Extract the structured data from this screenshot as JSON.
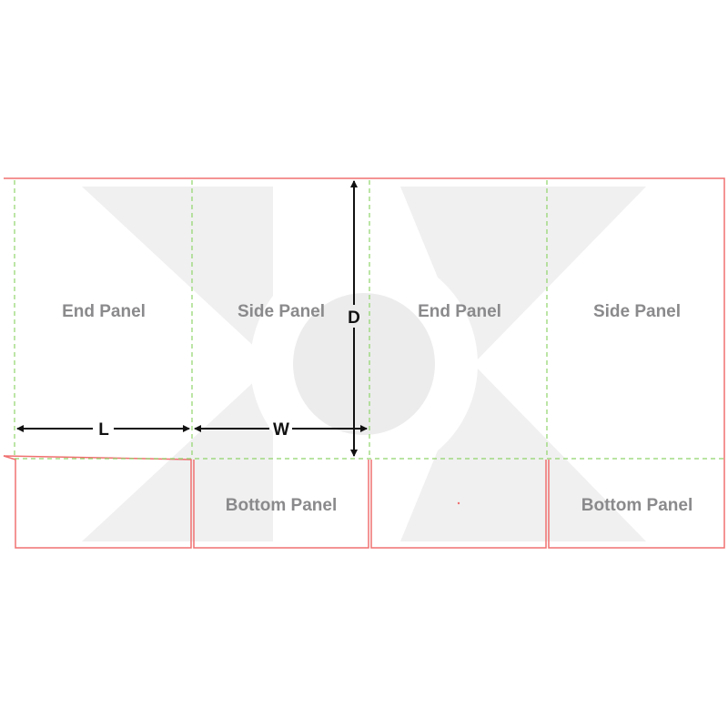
{
  "panels": {
    "top": [
      "End Panel",
      "Side Panel",
      "End Panel",
      "Side Panel"
    ],
    "bottom": [
      "Bottom Panel",
      "Bottom Panel"
    ]
  },
  "dimensions": {
    "length": "L",
    "width": "W",
    "depth": "D"
  },
  "colors": {
    "cut_line": "#f07070",
    "fold_line": "#8fd46a",
    "label": "#8a8a8c",
    "dimension": "#111111"
  }
}
